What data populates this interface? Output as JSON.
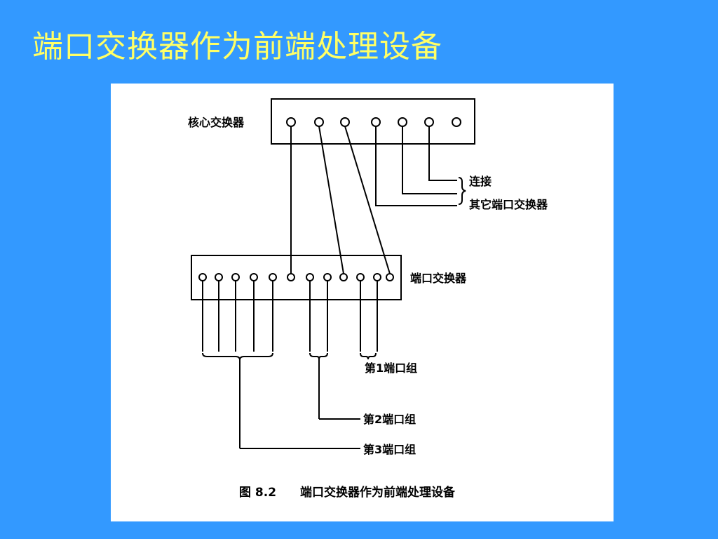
{
  "slide": {
    "title": "端口交换器作为前端处理设备"
  },
  "diagram": {
    "core_switch_label": "核心交换器",
    "port_switch_label": "端口交换器",
    "connect_label": "连接",
    "other_switches_label": "其它端口交换器",
    "group1_label": "第1端口组",
    "group2_label": "第2端口组",
    "group3_label": "第3端口组",
    "caption_number": "图 8.2",
    "caption_text": "端口交换器作为前端处理设备"
  }
}
